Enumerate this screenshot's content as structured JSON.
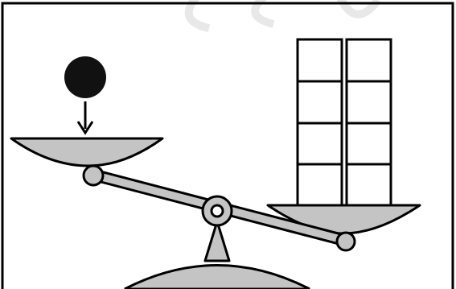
{
  "scene": {
    "colors": {
      "frame": "#000000",
      "pan_fill": "#c4c4c4",
      "beam_fill": "#c4c4c4",
      "ball_fill": "#111111",
      "block_fill": "#ffffff",
      "watermark": "#e8e8e8",
      "background": "#ffffff"
    },
    "left_pan": {
      "content": "ball",
      "arrow": "down-arrow"
    },
    "right_pan": {
      "content": "block-stack",
      "columns": 2,
      "rows": 4
    },
    "beam": {
      "tilt": "right-side-down"
    }
  }
}
